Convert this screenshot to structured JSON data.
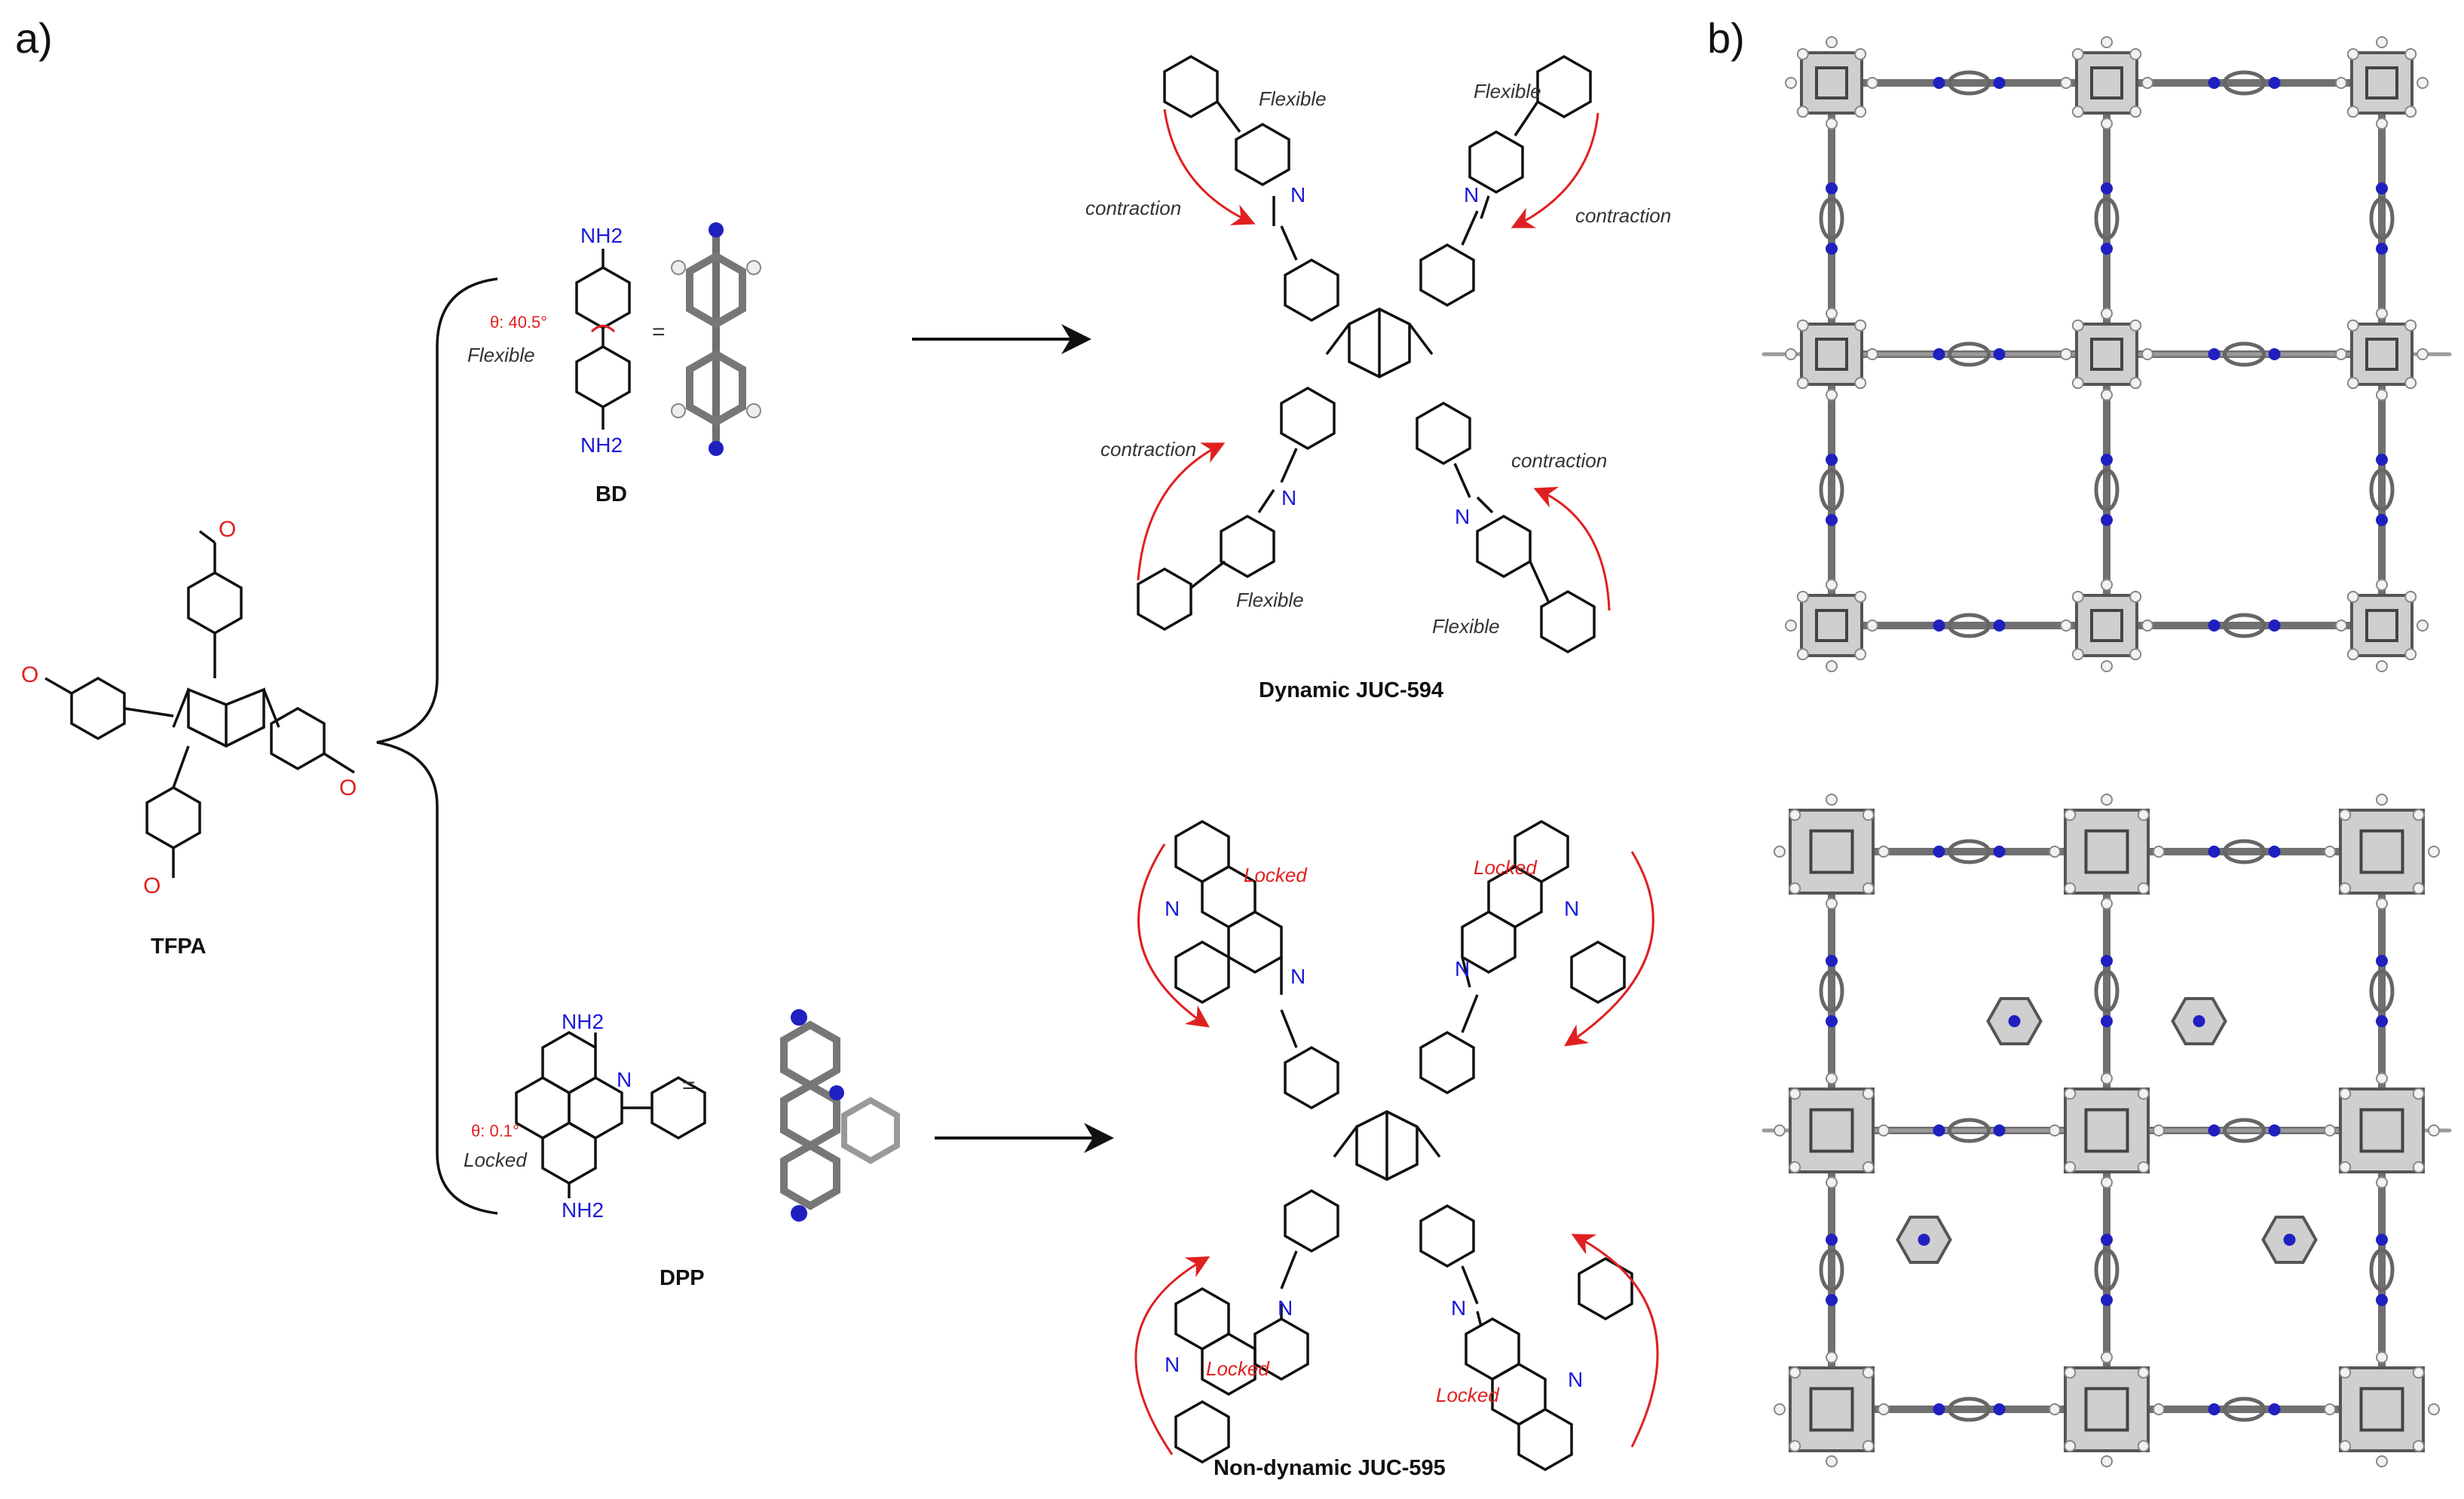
{
  "panels": {
    "a": "a)",
    "b": "b)"
  },
  "labels": {
    "tfpa": "TFPA",
    "bd": "BD",
    "dpp": "DPP",
    "dynamic": "Dynamic JUC-594",
    "nondynamic": "Non-dynamic JUC-595",
    "flexible": "Flexible",
    "locked": "Locked",
    "contraction": "contraction",
    "theta_bd": "θ: 40.5°",
    "theta_dpp": "θ: 0.1°",
    "nh2": "NH2",
    "n": "N",
    "o": "O",
    "equals": "="
  },
  "colors": {
    "red": "#e02020",
    "blue": "#1a1ad8",
    "black": "#111111",
    "gray": "#808080"
  }
}
